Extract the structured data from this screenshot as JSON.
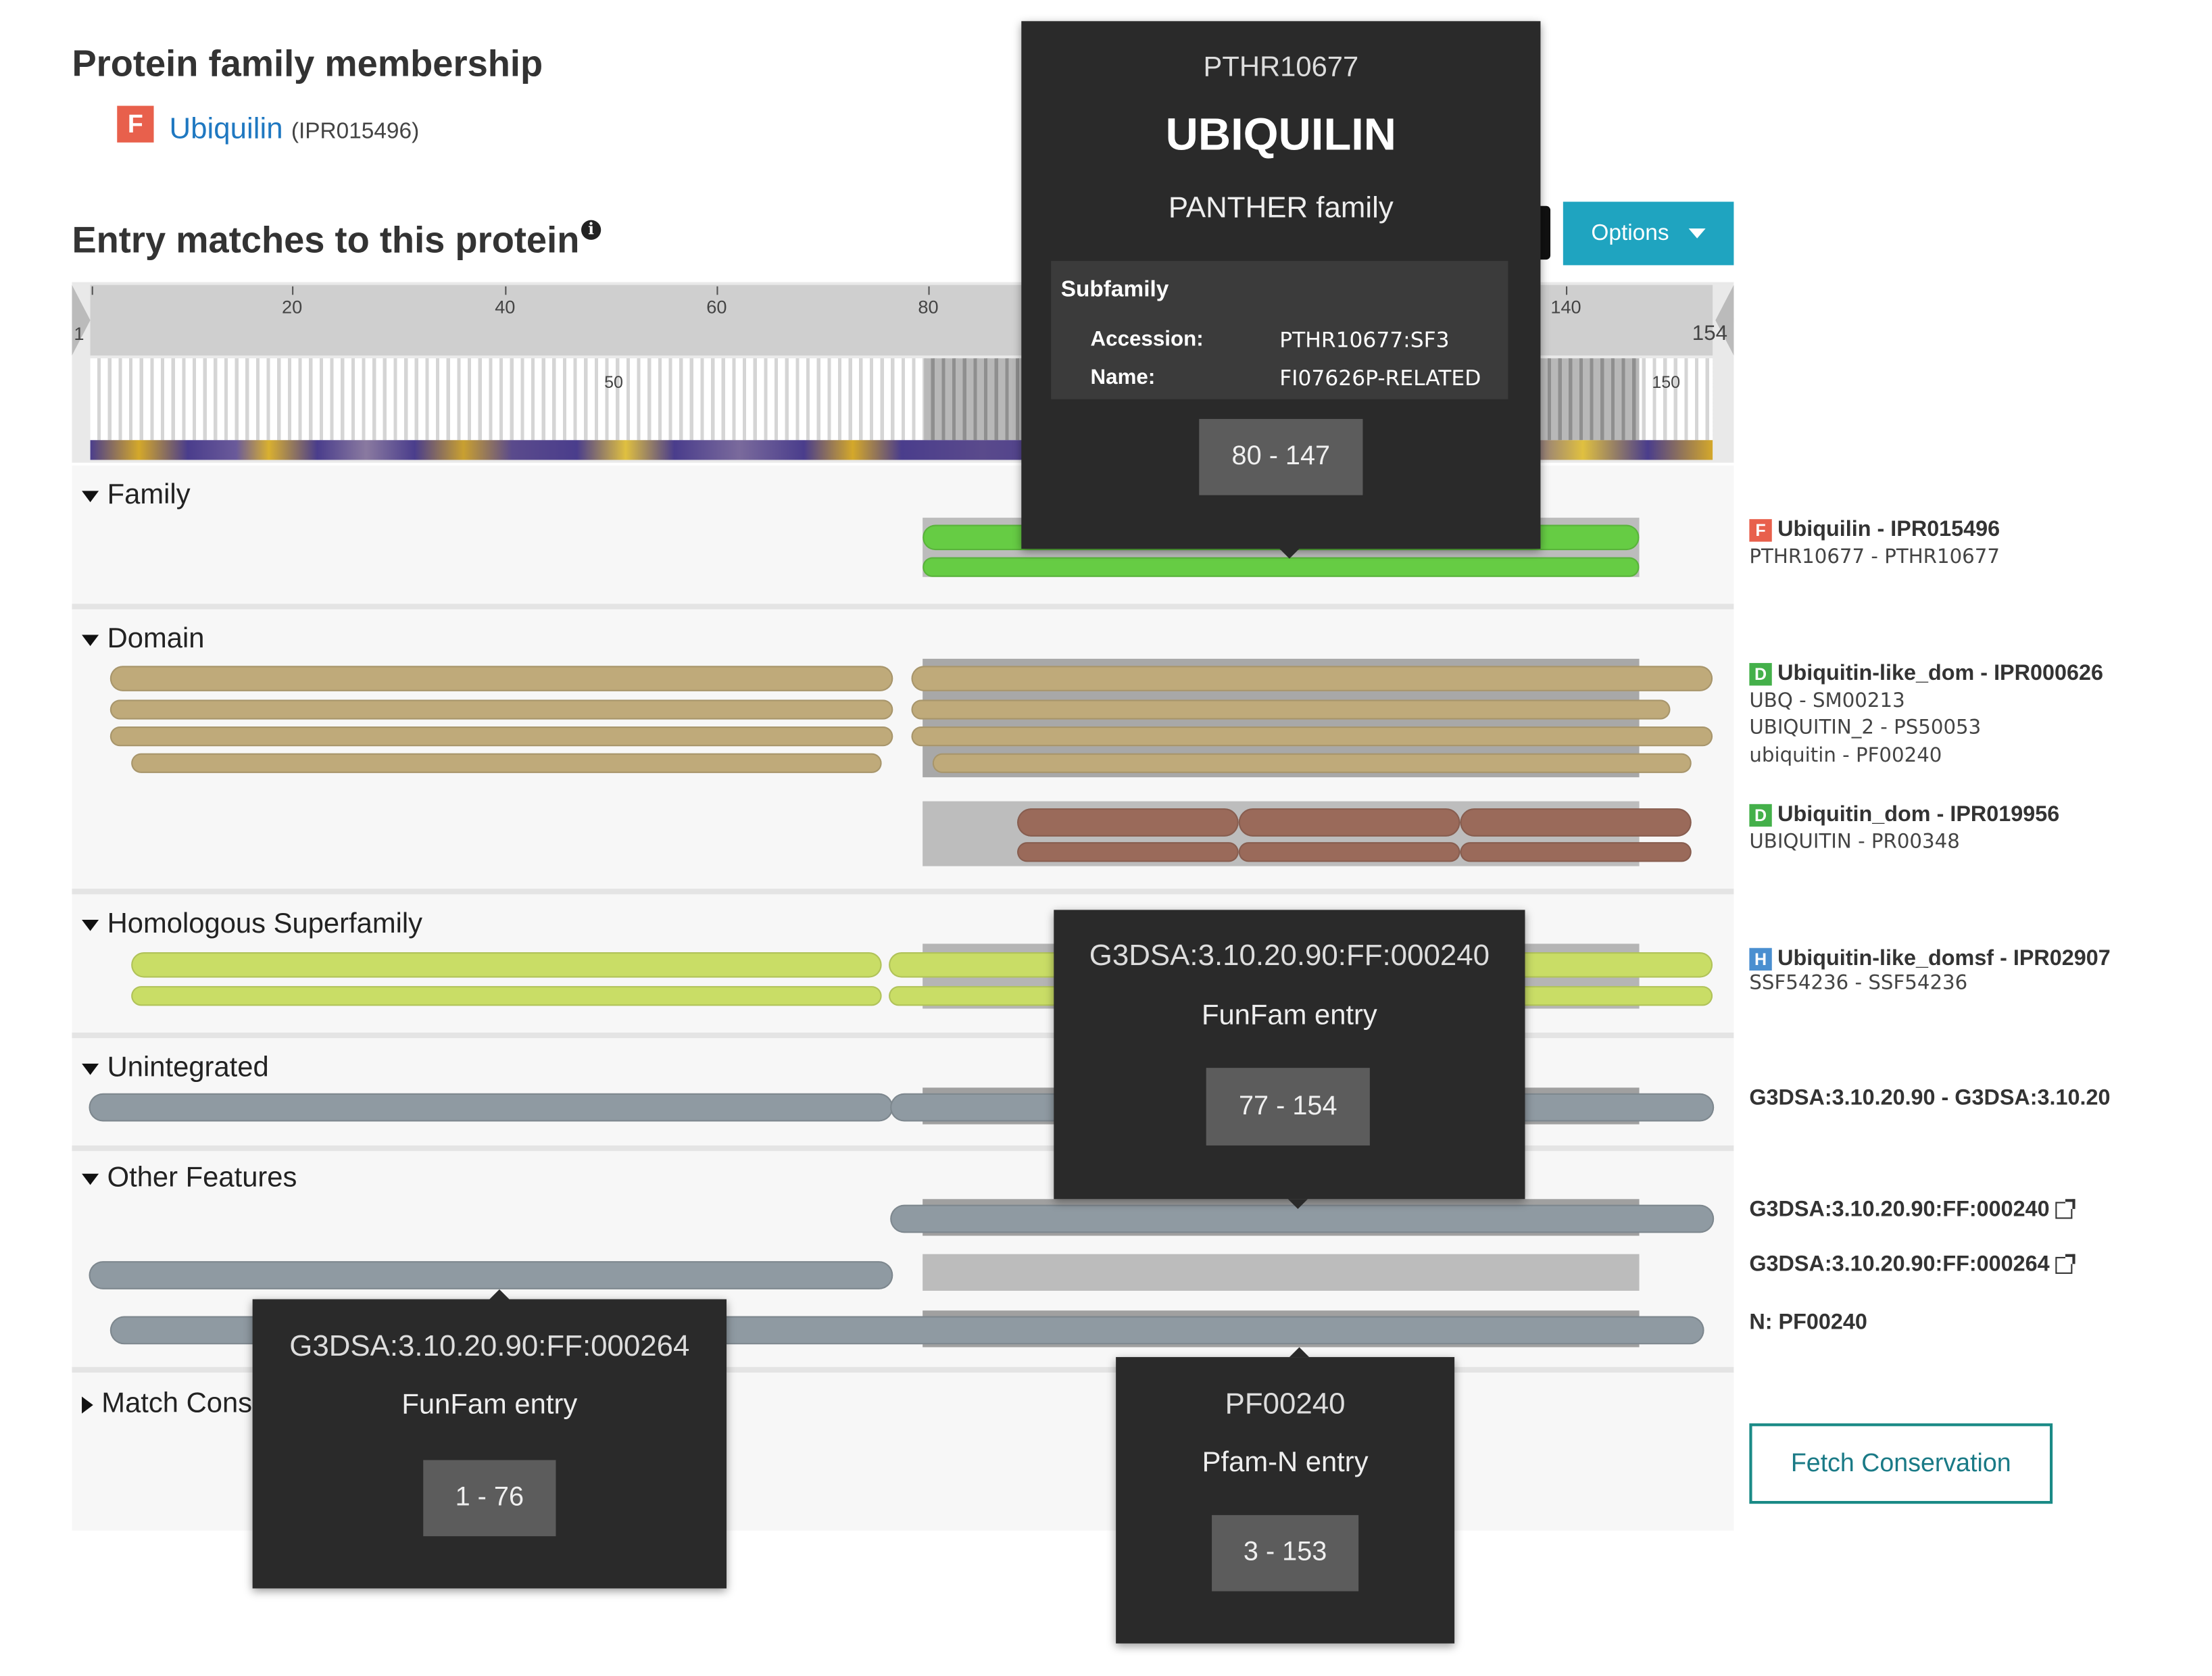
{
  "family_membership": {
    "heading": "Protein family membership",
    "badge": "F",
    "name": "Ubiquilin",
    "accession": "(IPR015496)"
  },
  "entry_matches": {
    "heading": "Entry matches to this protein",
    "info_icon": "info-circle-icon",
    "options_label": "Options"
  },
  "ruler": {
    "start": "1",
    "end": "154",
    "ticks": [
      "20",
      "40",
      "60",
      "80",
      "140"
    ],
    "minor_ticks": [
      "50",
      "150"
    ]
  },
  "sections": {
    "family": "Family",
    "domain": "Domain",
    "homologous": "Homologous Superfamily",
    "unintegrated": "Unintegrated",
    "other": "Other Features",
    "match_cons": "Match Cons"
  },
  "legend": {
    "family_main": "Ubiquilin - IPR015496",
    "family_badge": "F",
    "family_sub": "PTHR10677 - PTHR10677",
    "domain1_main": "Ubiquitin-like_dom - IPR000626",
    "domain1_badge": "D",
    "domain1_subs": [
      "UBQ - SM00213",
      "UBIQUITIN_2 - PS50053",
      "ubiquitin - PF00240"
    ],
    "domain2_main": "Ubiquitin_dom - IPR019956",
    "domain2_badge": "D",
    "domain2_sub": "UBIQUITIN - PR00348",
    "homologous_main": "Ubiquitin-like_domsf - IPR02907",
    "homologous_badge": "H",
    "homologous_sub": "SSF54236 - SSF54236",
    "unintegrated_main": "G3DSA:3.10.20.90 - G3DSA:3.10.20",
    "other1": "G3DSA:3.10.20.90:FF:000240",
    "other2": "G3DSA:3.10.20.90:FF:000264",
    "other3": "N: PF00240",
    "fetch_button": "Fetch Conservation"
  },
  "tooltips": {
    "panther": {
      "id": "PTHR10677",
      "name": "UBIQUILIN",
      "type": "PANTHER family",
      "subfamily_title": "Subfamily",
      "accession_label": "Accession:",
      "accession_value": "PTHR10677:SF3",
      "name_label": "Name:",
      "name_value": "FI07626P-RELATED",
      "range": "80 - 147"
    },
    "funfam240": {
      "id": "G3DSA:3.10.20.90:FF:000240",
      "type": "FunFam entry",
      "range": "77 - 154"
    },
    "funfam264": {
      "id": "G3DSA:3.10.20.90:FF:000264",
      "type": "FunFam entry",
      "range": "1 - 76"
    },
    "pfamn": {
      "id": "PF00240",
      "type": "Pfam-N entry",
      "range": "3 - 153"
    }
  },
  "colors": {
    "family": "#66cc44",
    "domain": "#bfaa7a",
    "domain2": "#9a6a5a",
    "homologous": "#c9dd66",
    "unintegrated": "#8f9aa2",
    "accent": "#1fa4c0",
    "badge_family": "#e8604c",
    "badge_domain": "#44b04a",
    "badge_homologous": "#4a8fd0"
  }
}
